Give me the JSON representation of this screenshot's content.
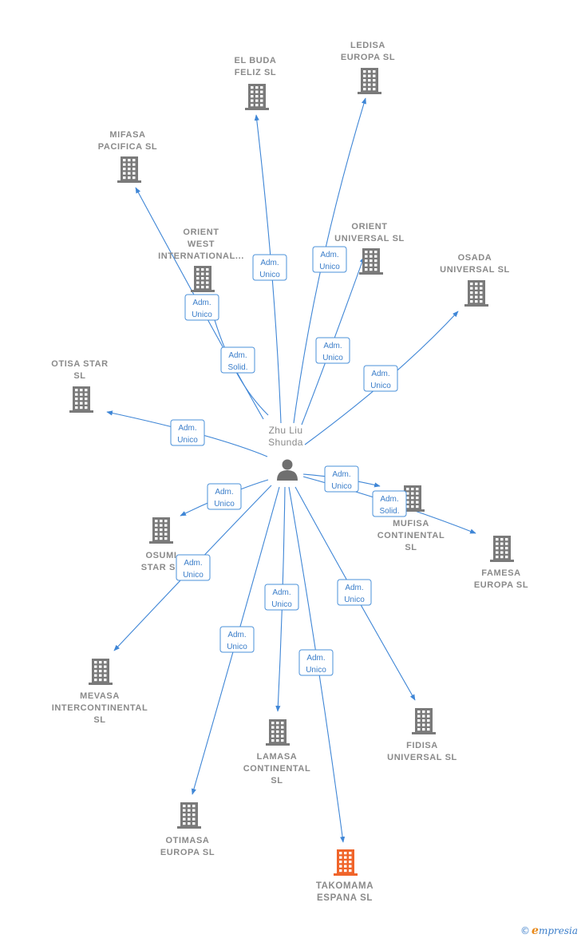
{
  "colors": {
    "edge": "#3f86d6",
    "node": "#7a7a7a",
    "highlight": "#f0642a"
  },
  "center": {
    "name_lines": [
      "Zhu Liu",
      "Shunda"
    ],
    "icon": "person-icon"
  },
  "nodes": [
    {
      "id": "ledisa",
      "label_lines": [
        "LEDISA",
        "EUROPA SL"
      ],
      "highlight": false
    },
    {
      "id": "el-buda",
      "label_lines": [
        "EL BUDA",
        "FELIZ  SL"
      ],
      "highlight": false
    },
    {
      "id": "mifasa",
      "label_lines": [
        "MIFASA",
        "PACIFICA  SL"
      ],
      "highlight": false
    },
    {
      "id": "orient-west",
      "label_lines": [
        "ORIENT",
        "WEST",
        "INTERNATIONAL..."
      ],
      "highlight": false
    },
    {
      "id": "orient-universal",
      "label_lines": [
        "ORIENT",
        "UNIVERSAL  SL"
      ],
      "highlight": false
    },
    {
      "id": "osada",
      "label_lines": [
        "OSADA",
        "UNIVERSAL  SL"
      ],
      "highlight": false
    },
    {
      "id": "otisa",
      "label_lines": [
        "OTISA STAR",
        "SL"
      ],
      "highlight": false
    },
    {
      "id": "mufisa",
      "label_lines": [
        "MUFISA",
        "CONTINENTAL",
        "SL"
      ],
      "highlight": false
    },
    {
      "id": "famesa",
      "label_lines": [
        "FAMESA",
        "EUROPA SL"
      ],
      "highlight": false
    },
    {
      "id": "osumi",
      "label_lines": [
        "OSUMI",
        "STAR  SL"
      ],
      "highlight": false
    },
    {
      "id": "mevasa",
      "label_lines": [
        "MEVASA",
        "INTERCONTINENTAL",
        "SL"
      ],
      "highlight": false
    },
    {
      "id": "lamasa",
      "label_lines": [
        "LAMASA",
        "CONTINENTAL",
        "SL"
      ],
      "highlight": false
    },
    {
      "id": "fidisa",
      "label_lines": [
        "FIDISA",
        "UNIVERSAL SL"
      ],
      "highlight": false
    },
    {
      "id": "otimasa",
      "label_lines": [
        "OTIMASA",
        "EUROPA  SL"
      ],
      "highlight": false
    },
    {
      "id": "takomama",
      "label_lines": [
        "TAKOMAMA",
        "ESPANA  SL"
      ],
      "highlight": true
    }
  ],
  "edges": [
    {
      "to": "ledisa",
      "label_lines": [
        "Adm.",
        "Unico"
      ]
    },
    {
      "to": "el-buda",
      "label_lines": [
        "Adm.",
        "Unico"
      ]
    },
    {
      "to": "mifasa",
      "label_lines": [
        "Adm.",
        "Unico"
      ]
    },
    {
      "to": "orient-west",
      "label_lines": [
        "Adm.",
        "Solid."
      ]
    },
    {
      "to": "orient-universal",
      "label_lines": [
        "Adm.",
        "Unico"
      ]
    },
    {
      "to": "osada",
      "label_lines": [
        "Adm.",
        "Unico"
      ]
    },
    {
      "to": "otisa",
      "label_lines": [
        "Adm.",
        "Unico"
      ]
    },
    {
      "to": "mufisa",
      "label_lines": [
        "Adm.",
        "Unico"
      ]
    },
    {
      "to": "famesa",
      "label_lines": [
        "Adm.",
        "Solid."
      ]
    },
    {
      "to": "osumi",
      "label_lines": [
        "Adm.",
        "Unico"
      ]
    },
    {
      "to": "mevasa",
      "label_lines": [
        "Adm.",
        "Unico"
      ]
    },
    {
      "to": "lamasa",
      "label_lines": [
        "Adm.",
        "Unico"
      ]
    },
    {
      "to": "fidisa",
      "label_lines": [
        "Adm.",
        "Unico"
      ]
    },
    {
      "to": "otimasa",
      "label_lines": [
        "Adm.",
        "Unico"
      ]
    },
    {
      "to": "takomama",
      "label_lines": [
        "Adm.",
        "Unico"
      ]
    }
  ],
  "brand": {
    "copyright": "©",
    "initial": "e",
    "rest": "mpresia"
  }
}
